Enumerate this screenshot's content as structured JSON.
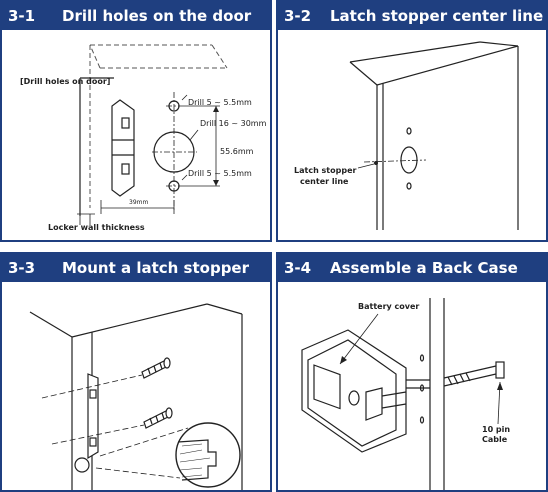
{
  "panels": [
    {
      "number": "3-1",
      "title": "Drill holes on the door",
      "labels": {
        "section": "[Drill holes on door]",
        "drill_small_top": "Drill 5 ~ 5.5mm",
        "drill_large": "Drill 16 ~ 30mm",
        "spacing": "55.6mm",
        "drill_small_bottom": "Drill 5 ~ 5.5mm",
        "offset": "39mm",
        "wall": "Locker wall thickness"
      }
    },
    {
      "number": "3-2",
      "title": "Latch stopper center line",
      "labels": {
        "center_line_1": "Latch stopper",
        "center_line_2": "center line"
      }
    },
    {
      "number": "3-3",
      "title": "Mount a latch stopper",
      "labels": {}
    },
    {
      "number": "3-4",
      "title": "Assemble a Back Case",
      "labels": {
        "battery_cover": "Battery cover",
        "cable_1": "10 pin",
        "cable_2": "Cable"
      }
    }
  ],
  "colors": {
    "header_bg": "#1f3f80",
    "header_text": "#ffffff",
    "line": "#222222"
  }
}
